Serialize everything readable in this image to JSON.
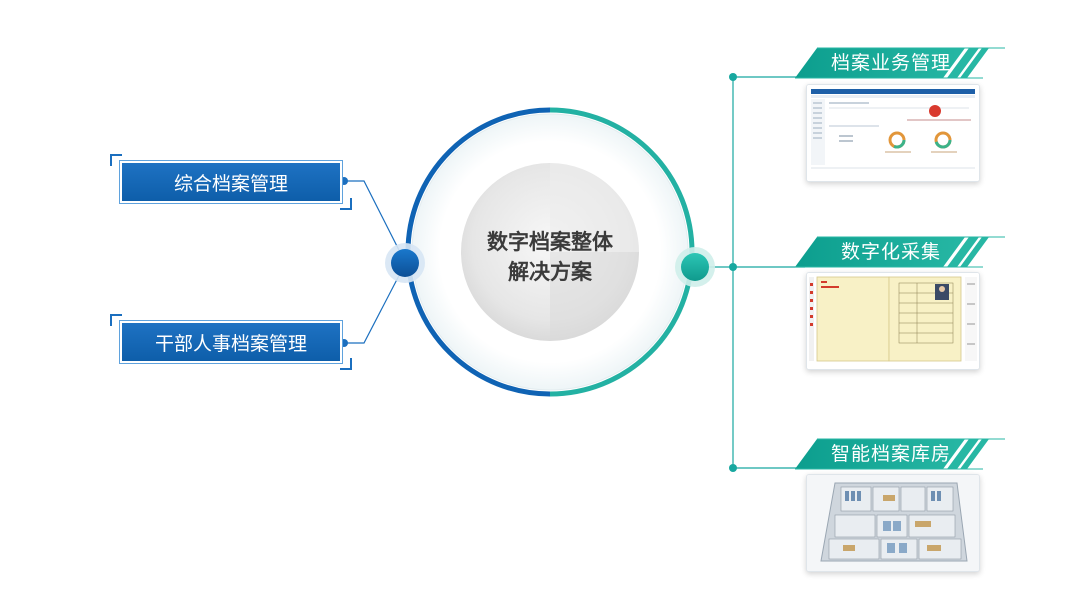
{
  "center": {
    "title_line1": "数字档案整体",
    "title_line2": "解决方案"
  },
  "left_items": [
    {
      "label": "综合档案管理"
    },
    {
      "label": "干部人事档案管理"
    }
  ],
  "right_items": [
    {
      "label": "档案业务管理"
    },
    {
      "label": "数字化采集"
    },
    {
      "label": "智能档案库房"
    }
  ],
  "colors": {
    "blue": "#0f63b4",
    "teal": "#23b1a3",
    "connector_teal": "#18a8a0",
    "connector_blue": "#1b6fbf"
  }
}
